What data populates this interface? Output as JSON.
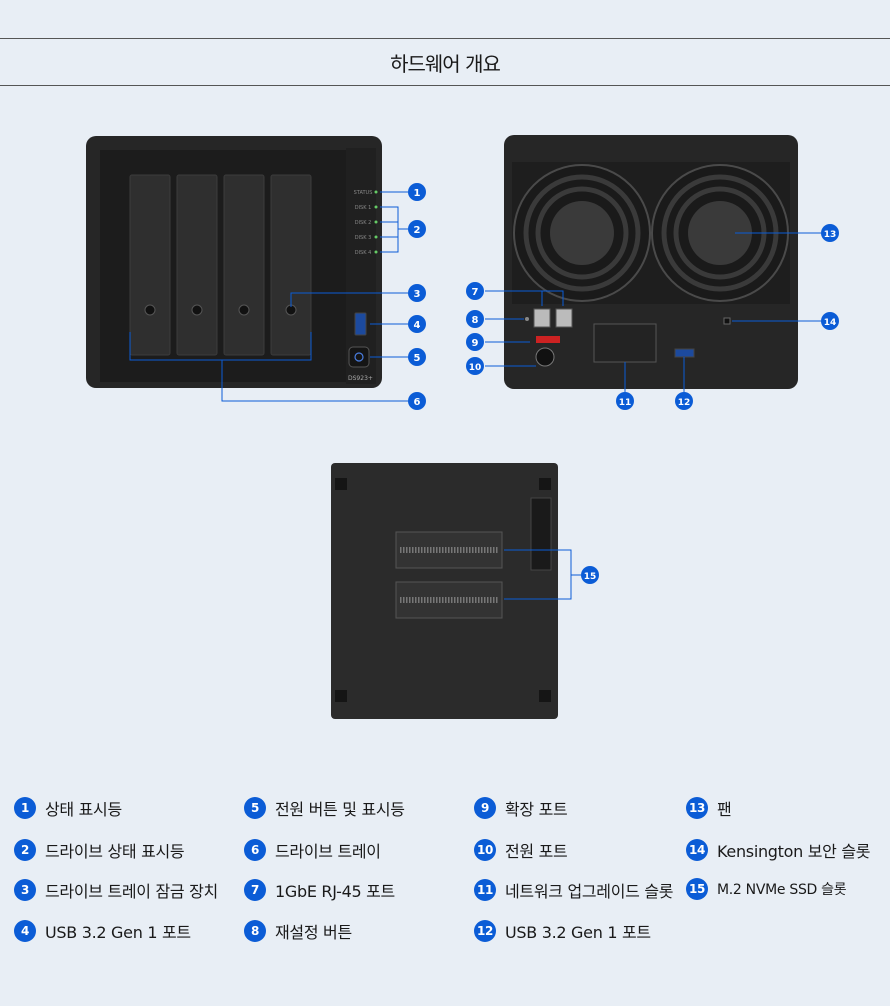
{
  "header": {
    "title": "하드웨어 개요"
  },
  "front_panel": {
    "led_labels": [
      "STATUS",
      "DISK 1",
      "DISK 2",
      "DISK 3",
      "DISK 4"
    ],
    "model": "DS923+"
  },
  "callouts": [
    "1",
    "2",
    "3",
    "4",
    "5",
    "6",
    "7",
    "8",
    "9",
    "10",
    "11",
    "12",
    "13",
    "14",
    "15"
  ],
  "legend": [
    {
      "num": "1",
      "label": "상태 표시등"
    },
    {
      "num": "2",
      "label": "드라이브 상태 표시등"
    },
    {
      "num": "3",
      "label": "드라이브 트레이 잠금 장치"
    },
    {
      "num": "4",
      "label": "USB 3.2 Gen 1 포트"
    },
    {
      "num": "5",
      "label": "전원 버튼 및 표시등"
    },
    {
      "num": "6",
      "label": "드라이브 트레이"
    },
    {
      "num": "7",
      "label": "1GbE RJ-45 포트"
    },
    {
      "num": "8",
      "label": "재설정 버튼"
    },
    {
      "num": "9",
      "label": "확장 포트"
    },
    {
      "num": "10",
      "label": "전원 포트"
    },
    {
      "num": "11",
      "label": "네트워크 업그레이드 슬롯"
    },
    {
      "num": "12",
      "label": "USB 3.2 Gen 1 포트"
    },
    {
      "num": "13",
      "label": "팬"
    },
    {
      "num": "14",
      "label": "Kensington 보안 슬롯"
    },
    {
      "num": "15",
      "label": "M.2 NVMe SSD 슬롯"
    }
  ],
  "colors": {
    "callout": "#0b5cd6",
    "background": "#e8eef5",
    "device": "#2a2a2a"
  }
}
